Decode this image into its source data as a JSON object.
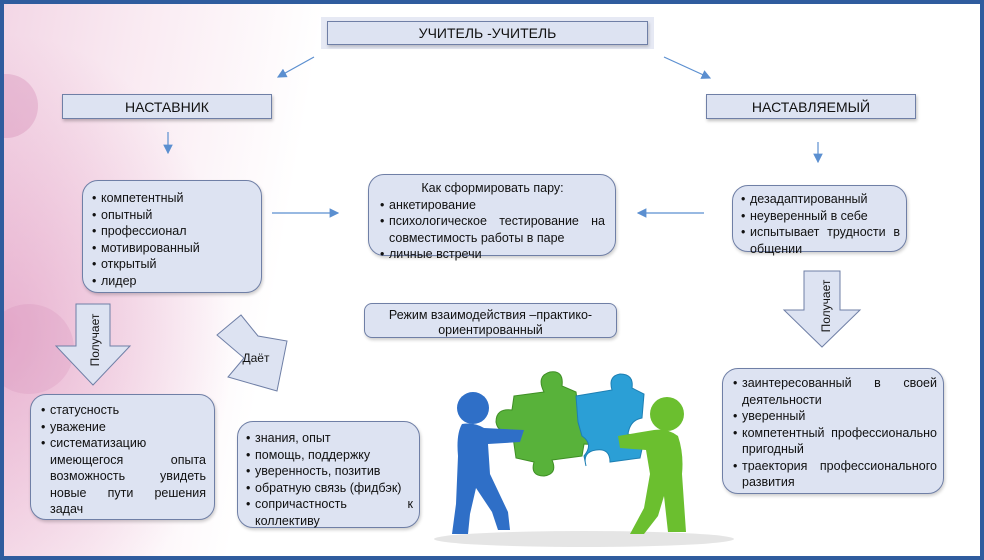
{
  "title": "УЧИТЕЛЬ -УЧИТЕЛЬ",
  "mentor": {
    "header": "НАСТАВНИК",
    "qualities": [
      "компетентный",
      "опытный",
      "профессионал",
      "мотивированный",
      "открытый",
      "лидер"
    ],
    "receives_label": "Получает",
    "receives": [
      "статусность",
      "уважение",
      "систематизацию имеющегося опыта возможность увидеть новые пути решения задач"
    ],
    "gives_label": "Даёт",
    "gives": [
      "знания, опыт",
      "помощь, поддержку",
      "уверенность, позитив",
      "обратную связь (фидбэк)",
      "сопричастность к коллективу"
    ]
  },
  "mentee": {
    "header": "НАСТАВЛЯЕМЫЙ",
    "qualities": [
      "дезадаптированный",
      "неуверенный в себе",
      "испытывает трудности в общении"
    ],
    "receives_label": "Получает",
    "receives": [
      "заинтересованный в своей деятельности",
      "уверенный",
      "компетентный профессионально пригодный",
      "траектория профессионального развития"
    ]
  },
  "pairing": {
    "title": "Как сформировать пару:",
    "items": [
      "анкетирование",
      "психологическое тестирование на совместимость работы в паре",
      "личные встречи"
    ]
  },
  "mode": "Режим взаимодействия –практико-ориентированный",
  "colors": {
    "frame": "#2f5c9e",
    "box_fill": "#dde3f2",
    "box_border": "#6f7fa6",
    "blue_figure": "#2f6fc7",
    "green_figure": "#6bbf2f",
    "puzzle_green": "#58b23a",
    "puzzle_blue": "#2b9fd6"
  }
}
